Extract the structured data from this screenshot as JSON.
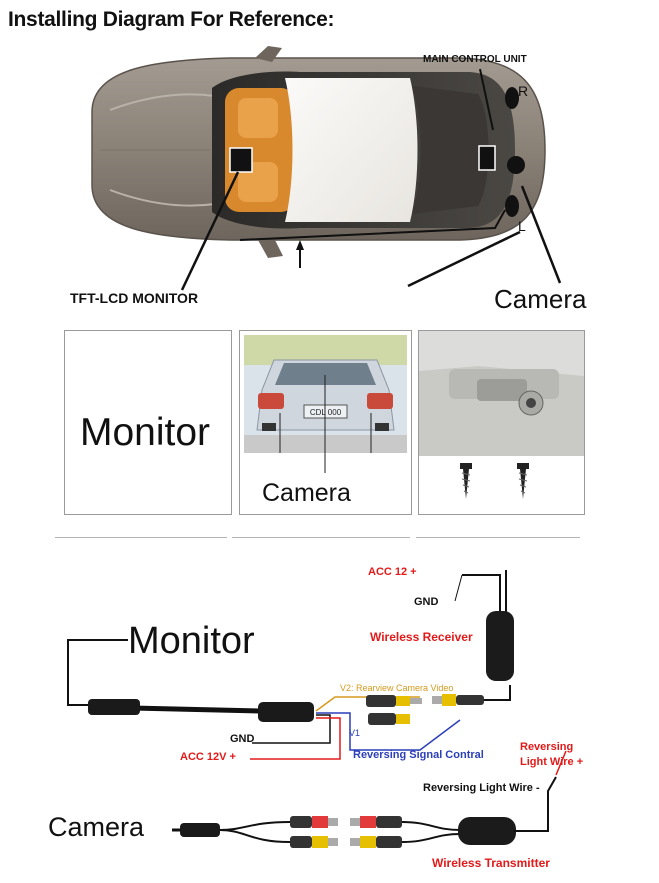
{
  "header": {
    "title": "Installing Diagram For Reference:"
  },
  "car_diagram": {
    "main_control_unit_label": "MAIN CONTROL UNIT",
    "right_marker": "R",
    "left_marker": "L",
    "monitor_label": "TFT-LCD MONITOR",
    "camera_label": "Camera"
  },
  "panels": {
    "monitor_label": "Monitor",
    "camera_label": "Camera",
    "plate_text": "CDL 000"
  },
  "wiring": {
    "monitor_label": "Monitor",
    "camera_label": "Camera",
    "acc12_top": "ACC 12 +",
    "gnd_top": "GND",
    "wireless_receiver": "Wireless Receiver",
    "v2_label": "V2: Rearview Camera Video",
    "v1_label": "V1",
    "gnd_left": "GND",
    "acc12v_left": "ACC 12V +",
    "reversing_signal": "Reversing Signal Contral",
    "reversing_light_wire_red": "Reversing Light Wire +",
    "reversing_light_wire": "Reversing Light Wire -",
    "wireless_transmitter": "Wireless Transmitter"
  },
  "colors": {
    "red_text": "#e21a1a",
    "blue_text": "#2a3fb8",
    "orange_text": "#d59a1f",
    "car_body": "#8e857b",
    "interior": "#d9892d"
  }
}
